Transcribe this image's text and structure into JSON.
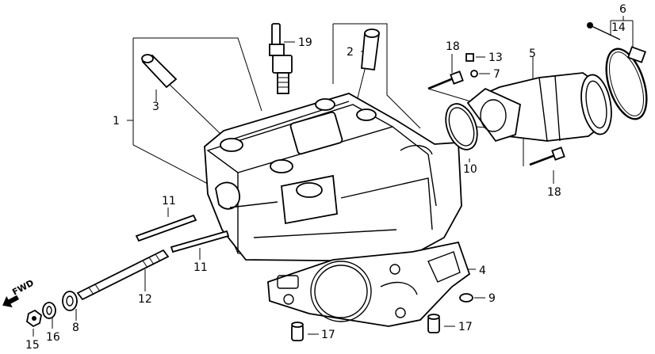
{
  "diagram": {
    "labels": {
      "p1": "1",
      "p2": "2",
      "p3": "3",
      "p4": "4",
      "p5": "5",
      "p6": "6",
      "p7": "7",
      "p8": "8",
      "p9": "9",
      "p10": "10",
      "p11a": "11",
      "p11b": "11",
      "p12": "12",
      "p13": "13",
      "p14": "14",
      "p15": "15",
      "p16": "16",
      "p17a": "17",
      "p17b": "17",
      "p18a": "18",
      "p18b": "18",
      "p19": "19"
    },
    "fwd": "FWD"
  }
}
